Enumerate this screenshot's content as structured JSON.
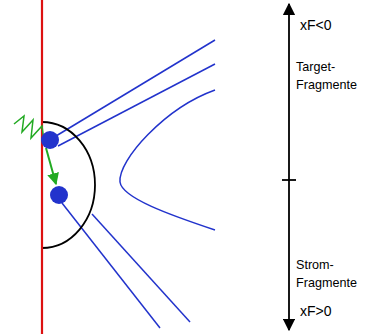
{
  "diagram": {
    "labels": [
      "xF<0",
      "Target- Fragmente",
      "Strom- Fragmente",
      "xF>0"
    ]
  }
}
